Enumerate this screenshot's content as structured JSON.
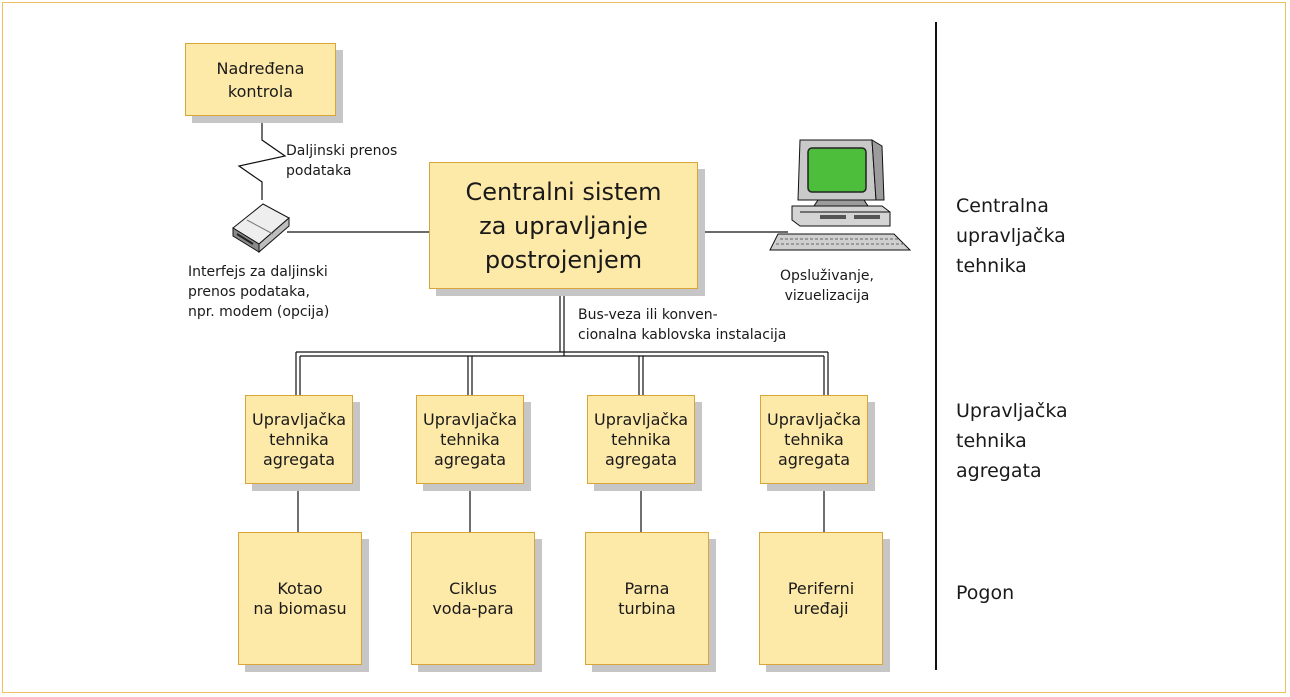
{
  "diagram": {
    "nodes": {
      "supervisory": "Nadređena\nkontrola",
      "central": "Centralni sistem\nza upravljanje\npostrojenjem",
      "units": [
        "Upravljačka\ntehnika\nagregata",
        "Upravljačka\ntehnika\nagregata",
        "Upravljačka\ntehnika\nagregata",
        "Upravljačka\ntehnika\nagregata"
      ],
      "plants": [
        "Kotao\nna biomasu",
        "Ciklus\nvoda-para",
        "Parna\nturbina",
        "Periferni\nuređaji"
      ]
    },
    "labels": {
      "remote_transfer": "Daljinski prenos\npodataka",
      "modem": "Interfejs za daljinski\nprenos podataka,\nnpr. modem (opcija)",
      "operator": "Opsluživanje,\nvizuelizacija",
      "bus": "Bus-veza ili konven-\ncionalna kablovska instalacija"
    },
    "levels": [
      "Centralna\nupravljačka\ntehnika",
      "Upravljačka\ntehnika\nagregata",
      "Pogon"
    ],
    "icons": [
      "modem-icon",
      "computer-icon"
    ],
    "colors": {
      "box_fill": "#fde9a8",
      "box_border": "#d9a43a",
      "shadow": "#c6c6c6",
      "screen": "#4dbe3c",
      "frame": "#f0c060"
    }
  }
}
